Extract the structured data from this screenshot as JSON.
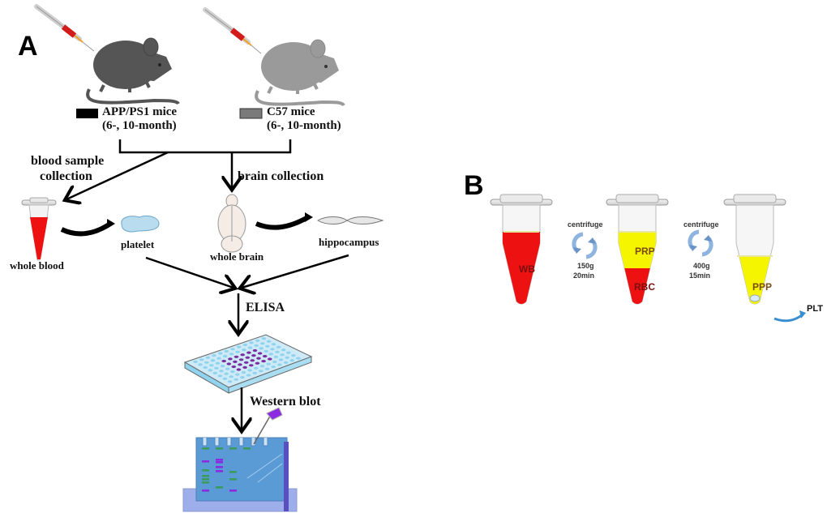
{
  "panels": {
    "a": {
      "label": "A",
      "groups": [
        {
          "name": "APP/PS1 mice",
          "age": "(6-, 10-month)",
          "legend_color": "#000000",
          "mouse_color": "#555555"
        },
        {
          "name": "C57 mice",
          "age": "(6-, 10-month)",
          "legend_color": "#7a7a7a",
          "mouse_color": "#9a9a9a"
        }
      ],
      "steps": {
        "blood_collection": [
          "blood sample",
          "collection"
        ],
        "brain_collection": "brain collection",
        "whole_blood": "whole blood",
        "platelet": "platelet",
        "whole_brain": "whole brain",
        "hippocampus": "hippocampus",
        "elisa": "ELISA",
        "western_blot": "Western blot"
      }
    },
    "b": {
      "label": "B",
      "tubes": [
        {
          "layers": [
            {
              "label": "WB",
              "color": "#ee1111"
            }
          ]
        },
        {
          "layers": [
            {
              "label": "PRP",
              "color": "#f5f500"
            },
            {
              "label": "RBC",
              "color": "#ee1111"
            }
          ]
        },
        {
          "layers": [
            {
              "label": "PPP",
              "color": "#f5f500"
            }
          ],
          "pellet_label": "PLT"
        }
      ],
      "centrifuge_steps": [
        {
          "label": "centrifuge",
          "force": "150g",
          "time": "20min"
        },
        {
          "label": "centrifuge",
          "force": "400g",
          "time": "15min"
        }
      ]
    }
  },
  "colors": {
    "arrow": "#000000",
    "centrifuge_icon": "#8fb4e0",
    "platelet": "#b9dcef",
    "brain": "#f6ece6",
    "gel": "#5b9bd5",
    "band_purple": "#8a2be2",
    "band_green": "#3c9a5f",
    "elisa_well": "#8fd3ee",
    "elisa_well_active": "#7a2ea0"
  }
}
